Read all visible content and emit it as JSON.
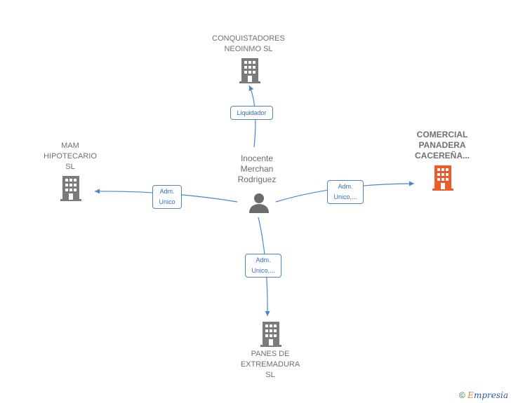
{
  "person": {
    "name_lines": [
      "Inocente",
      "Merchan",
      "Rodriguez"
    ]
  },
  "companies": [
    {
      "id": "top",
      "lines": [
        "CONQUISTADORES",
        "NEOINMO SL"
      ],
      "highlight": false
    },
    {
      "id": "left",
      "lines": [
        "MAM",
        "HIPOTECARIO",
        "SL"
      ],
      "highlight": false
    },
    {
      "id": "right",
      "lines": [
        "COMERCIAL",
        "PANADERA",
        "CACEREÑA..."
      ],
      "highlight": true
    },
    {
      "id": "bottom",
      "lines": [
        "PANES DE",
        "EXTREMADURA",
        "SL"
      ],
      "highlight": false
    }
  ],
  "edges": [
    {
      "to": "top",
      "label_lines": [
        "Liquidador"
      ]
    },
    {
      "to": "left",
      "label_lines": [
        "Adm.",
        "Unico"
      ]
    },
    {
      "to": "right",
      "label_lines": [
        "Adm.",
        "Unico,..."
      ]
    },
    {
      "to": "bottom",
      "label_lines": [
        "Adm.",
        "Unico,..."
      ]
    }
  ],
  "footer": {
    "copyright": "©",
    "brand_initial": "E",
    "brand_rest": "mpresia"
  },
  "colors": {
    "edge": "#4a86d0",
    "building": "#7b7b7b",
    "highlight_building": "#f05a28",
    "person": "#6b6b6b"
  }
}
